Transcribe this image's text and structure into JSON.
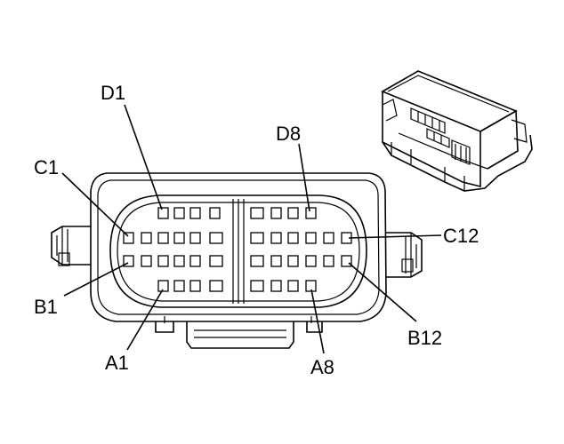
{
  "pin_labels": {
    "d1": "D1",
    "c1": "C1",
    "b1": "B1",
    "a1": "A1",
    "d8": "D8",
    "c12": "C12",
    "b12": "B12",
    "a8": "A8"
  }
}
